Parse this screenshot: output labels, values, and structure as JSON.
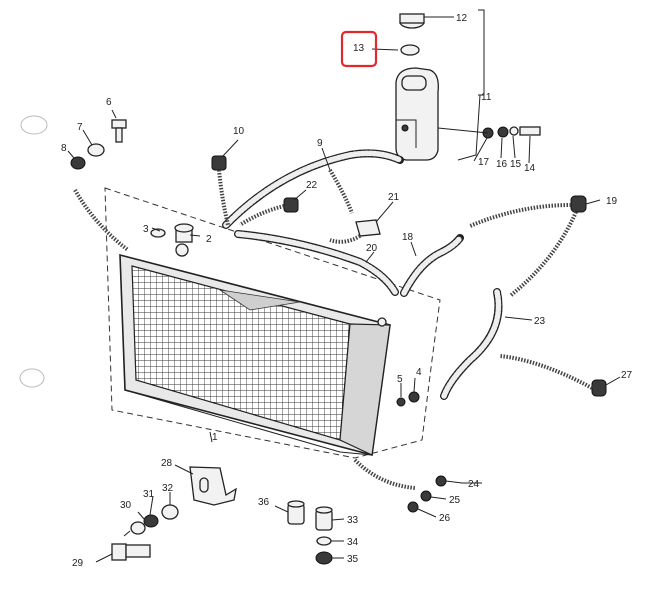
{
  "diagram": {
    "callouts": [
      {
        "id": "c1",
        "text": "1"
      },
      {
        "id": "c2",
        "text": "2"
      },
      {
        "id": "c3",
        "text": "3"
      },
      {
        "id": "c4",
        "text": "4"
      },
      {
        "id": "c5",
        "text": "5"
      },
      {
        "id": "c6",
        "text": "6"
      },
      {
        "id": "c7",
        "text": "7"
      },
      {
        "id": "c8",
        "text": "8"
      },
      {
        "id": "c9",
        "text": "9"
      },
      {
        "id": "c10",
        "text": "10"
      },
      {
        "id": "c11",
        "text": "11"
      },
      {
        "id": "c12",
        "text": "12"
      },
      {
        "id": "c13",
        "text": "13"
      },
      {
        "id": "c14",
        "text": "14"
      },
      {
        "id": "c15",
        "text": "15"
      },
      {
        "id": "c16",
        "text": "16"
      },
      {
        "id": "c17",
        "text": "17"
      },
      {
        "id": "c18",
        "text": "18"
      },
      {
        "id": "c19",
        "text": "19"
      },
      {
        "id": "c20",
        "text": "20"
      },
      {
        "id": "c21",
        "text": "21"
      },
      {
        "id": "c22",
        "text": "22"
      },
      {
        "id": "c23",
        "text": "23"
      },
      {
        "id": "c24",
        "text": "24"
      },
      {
        "id": "c25",
        "text": "25"
      },
      {
        "id": "c26",
        "text": "26"
      },
      {
        "id": "c27",
        "text": "27"
      },
      {
        "id": "c28",
        "text": "28"
      },
      {
        "id": "c29",
        "text": "29"
      },
      {
        "id": "c30",
        "text": "30"
      },
      {
        "id": "c31",
        "text": "31"
      },
      {
        "id": "c32",
        "text": "32"
      },
      {
        "id": "c33",
        "text": "33"
      },
      {
        "id": "c34",
        "text": "34"
      },
      {
        "id": "c35",
        "text": "35"
      },
      {
        "id": "c36",
        "text": "36"
      }
    ],
    "highlight": {
      "color": "#e0282e",
      "callout": "13"
    }
  }
}
